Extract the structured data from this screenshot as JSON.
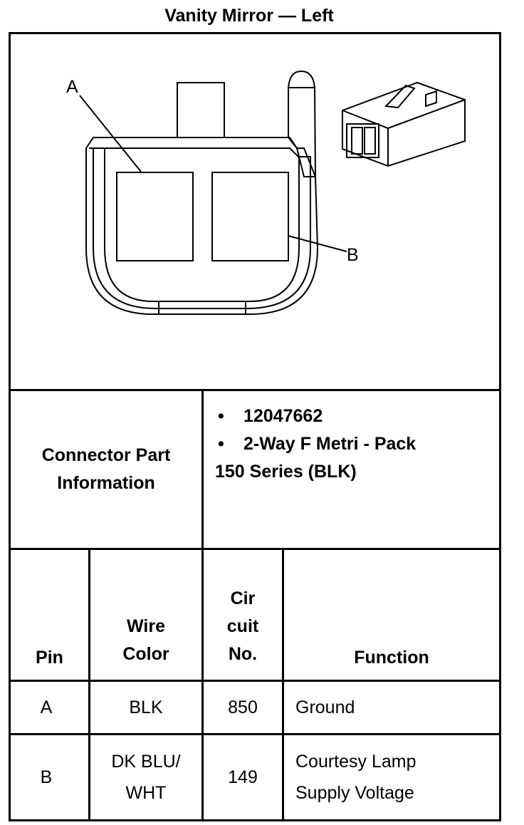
{
  "title": "Vanity Mirror — Left",
  "callouts": {
    "a": "A",
    "b": "B"
  },
  "connector_info": {
    "label_line1": "Connector Part",
    "label_line2": "Information",
    "bullets": [
      "12047662",
      "2-Way F Metri - Pack"
    ],
    "extra_line": "150 Series (BLK)"
  },
  "table": {
    "headers": {
      "pin": "Pin",
      "wire_color": [
        "Wire",
        "Color"
      ],
      "circuit": [
        "Cir",
        "cuit",
        "No."
      ],
      "function": "Function"
    },
    "rows": [
      {
        "pin": "A",
        "wire": [
          "BLK"
        ],
        "circuit": "850",
        "function": [
          "Ground"
        ]
      },
      {
        "pin": "B",
        "wire": [
          "DK BLU/",
          "WHT"
        ],
        "circuit": "149",
        "function": [
          "Courtesy Lamp",
          "Supply Voltage"
        ]
      }
    ]
  }
}
